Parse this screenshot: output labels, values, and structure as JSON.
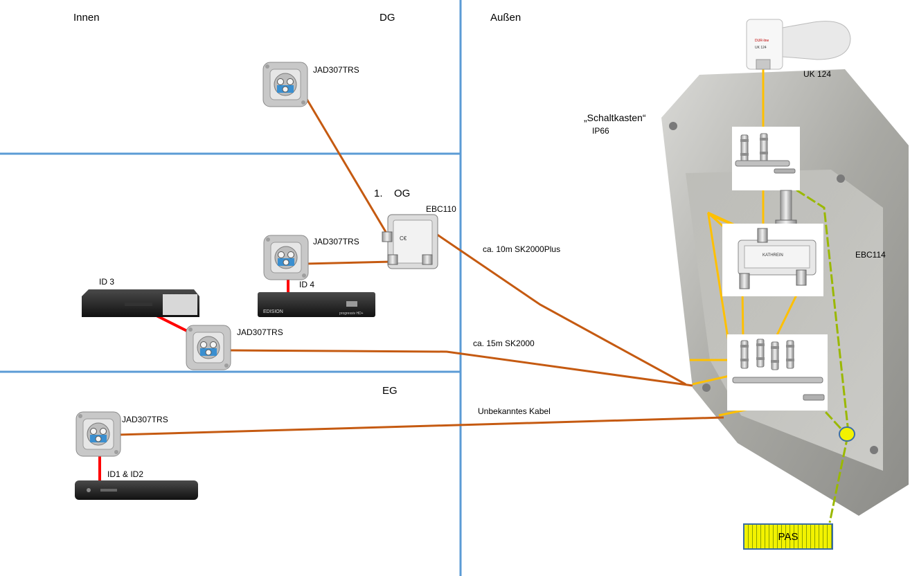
{
  "zones": {
    "inside": "Innen",
    "outside": "Außen",
    "dg": "DG",
    "og_number": "1.",
    "og": "OG",
    "eg": "EG"
  },
  "devices": {
    "outlet_dg": "JAD307TRS",
    "outlet_og": "JAD307TRS",
    "outlet_og2": "JAD307TRS",
    "outlet_eg": "JAD307TRS",
    "splitter": "EBC110",
    "lnb": "UK 124",
    "box_title": "„Schaltkasten“",
    "box_rating": "IP66",
    "ground_block": "EBC114",
    "ground": "PAS",
    "receiver_id3": "ID 3",
    "receiver_id4": "ID 4",
    "receiver_id12": "ID1 & ID2"
  },
  "cables": {
    "c1": "ca. 10m SK2000Plus",
    "c2": "ca. 15m SK2000",
    "c3": "Unbekanntes Kabel"
  },
  "printed_device_text": {
    "receiver_brand": "EDISION",
    "receiver_model": "progressiv HD+",
    "lnb_brand": "DUR-line",
    "lnb_model": "UK 124",
    "splitter_brand": "KATHREIN"
  },
  "colors": {
    "divider": "#5b9bd5",
    "coax_inside": "#c55a11",
    "coax_box": "#ffc000",
    "patch": "#ff0000",
    "ground_wire": "#9ab800",
    "ground_fill": "#f2f200"
  }
}
